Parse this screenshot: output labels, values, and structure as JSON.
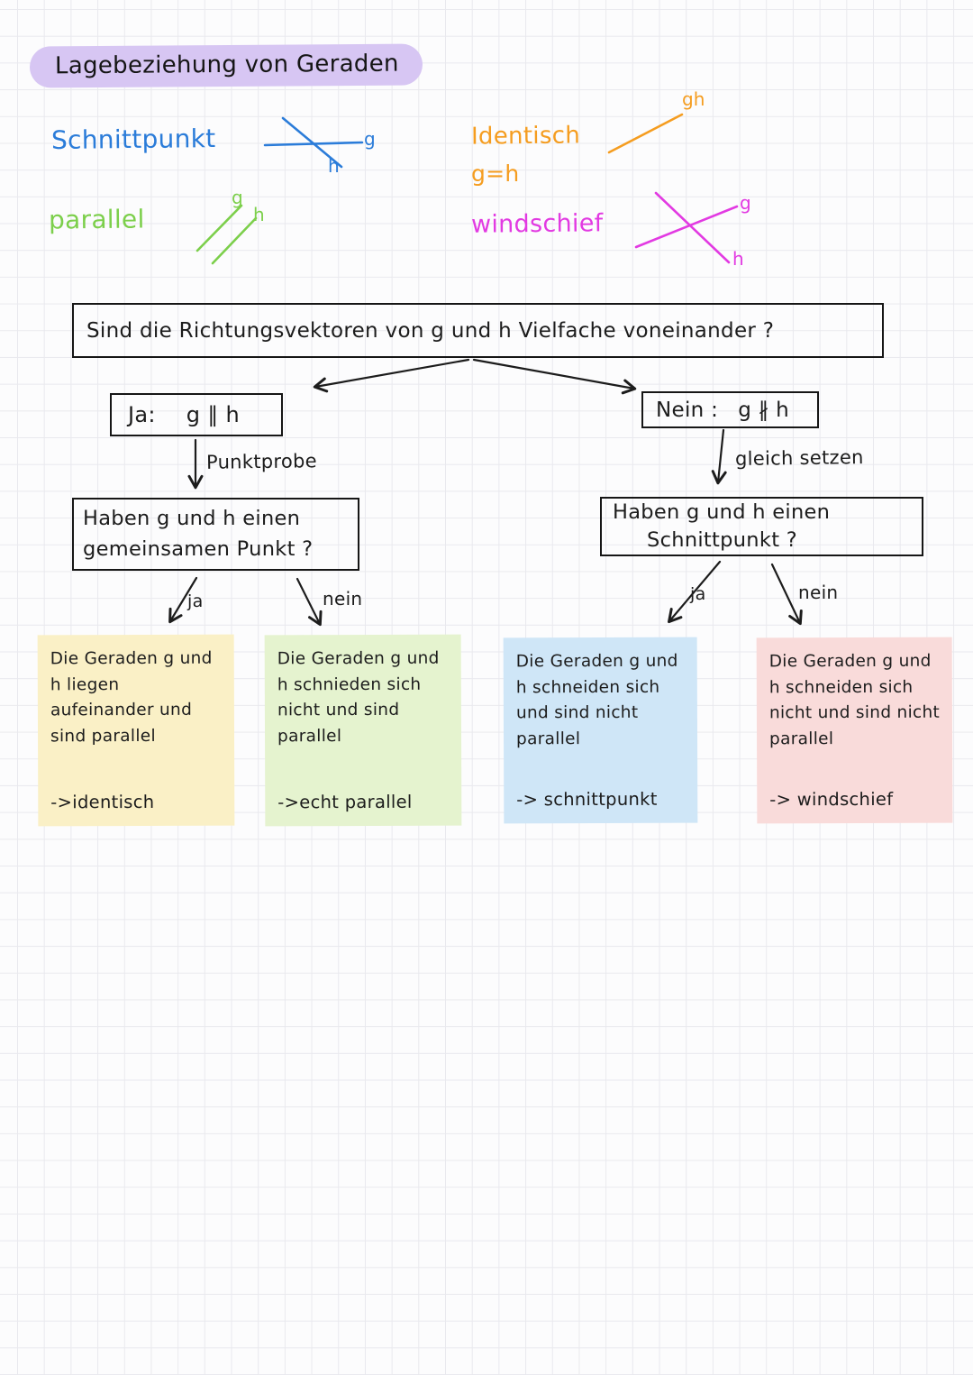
{
  "title": {
    "text": "Lagebeziehung von Geraden"
  },
  "colors": {
    "highlight": "#d7c6f3",
    "blue": "#2b7cd9",
    "orange": "#f59d20",
    "green": "#7ccf4b",
    "magenta": "#e23ae2",
    "ink": "#1c1c1c",
    "outcome_yellow": "#faf0c6",
    "outcome_green": "#e5f3cf",
    "outcome_blue": "#cfe6f7",
    "outcome_red": "#f9dbda"
  },
  "legend": {
    "schnittpunkt": {
      "label": "Schnittpunkt",
      "g": "g",
      "h": "h"
    },
    "identisch": {
      "label": "Identisch",
      "equation": "g=h",
      "line_label": "gh"
    },
    "parallel": {
      "label": "parallel",
      "g": "g",
      "h": "h"
    },
    "windschief": {
      "label": "windschief",
      "g": "g",
      "h": "h"
    }
  },
  "flowchart": {
    "question": "Sind die Richtungsvektoren von g und h Vielfache voneinander ?",
    "yes": {
      "label": "Ja:",
      "value": "g ∥ h",
      "edge": "Punktprobe",
      "question_line1": "Haben g und h einen",
      "question_line2": "gemeinsamen Punkt ?",
      "ja": "ja",
      "nein": "nein"
    },
    "no": {
      "label": "Nein :",
      "value": "g ∦ h",
      "edge": "gleich setzen",
      "question_line1": "Haben g und h einen",
      "question_line2": "Schnittpunkt ?",
      "ja": "ja",
      "nein": "nein"
    },
    "outcomes": [
      {
        "text": "Die Geraden g und h liegen aufeinander und sind parallel",
        "result": "->identisch"
      },
      {
        "text": "Die Geraden g und h schnieden sich nicht und sind parallel",
        "result": "->echt parallel"
      },
      {
        "text": "Die Geraden g und h schneiden sich und sind nicht parallel",
        "result": "-> schnittpunkt"
      },
      {
        "text": "Die Geraden g und h schneiden sich nicht und sind nicht parallel",
        "result": "-> windschief"
      }
    ]
  }
}
